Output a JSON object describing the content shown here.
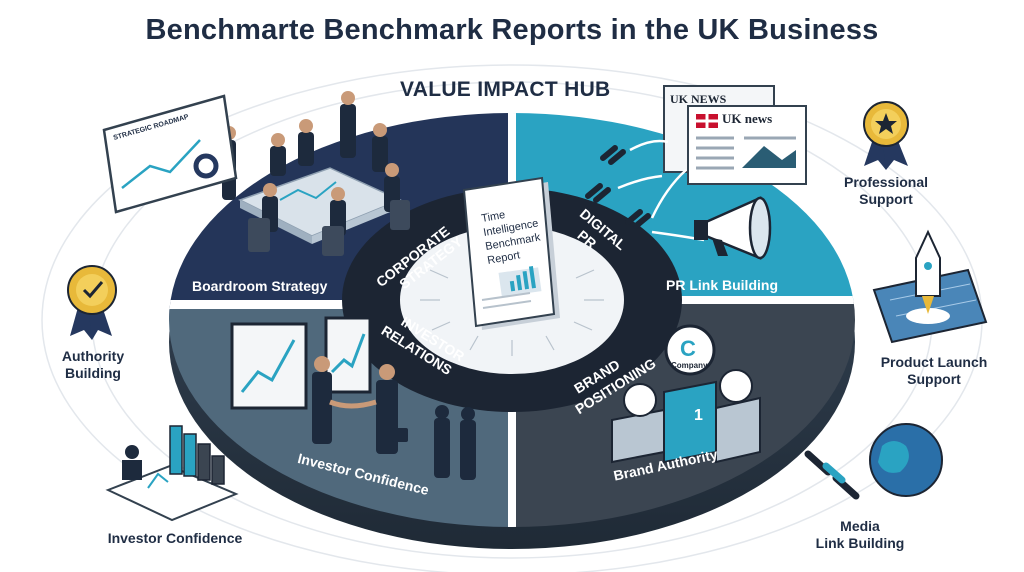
{
  "header": {
    "title": "Benchmarte Benchmark Reports in the UK Business"
  },
  "hub": {
    "title": "VALUE IMPACT HUB",
    "report_lines": [
      "Time",
      "Intelligence",
      "Benchmark",
      "Report"
    ]
  },
  "quadrants": {
    "top_left": {
      "band": "CORPORATE STRATEGY",
      "band_lines": [
        "CORPORATE",
        "STRATEGY"
      ],
      "label": "Boardroom Strategy",
      "color": "#243559"
    },
    "top_right": {
      "band": "DIGITAL PR",
      "band_lines": [
        "DIGITAL",
        "PR"
      ],
      "label": "PR Link Building",
      "color": "#2aa3c2"
    },
    "bottom_left": {
      "band": "INVESTOR RELATIONS",
      "band_lines": [
        "INVESTOR",
        "RELATIONS"
      ],
      "label": "Investor Confidence",
      "color": "#50697c"
    },
    "bottom_right": {
      "band": "BRAND POSITIONING",
      "band_lines": [
        "BRAND",
        "POSITIONING"
      ],
      "label": "Brand Authority",
      "color": "#3b4551"
    }
  },
  "scene_text": {
    "roadmap": "STRATEGIC ROADMAP",
    "news_back": "UK NEWS",
    "news_front": "UK news",
    "company": "Company",
    "podium_rank": "1"
  },
  "side_items": {
    "authority": {
      "line1": "Authority",
      "line2": "Building"
    },
    "investor": {
      "line1": "Investor Confidence"
    },
    "professional": {
      "line1": "Professional",
      "line2": "Support"
    },
    "product": {
      "line1": "Product Launch",
      "line2": "Support"
    },
    "media": {
      "line1": "Media",
      "line2": "Link Building"
    }
  },
  "colors": {
    "title": "#1f2d44",
    "ring_outer": "#d9dee4",
    "medal_gold": "#e8b93a",
    "ribbon": "#25385f",
    "accent_cyan": "#2aa3c2"
  }
}
